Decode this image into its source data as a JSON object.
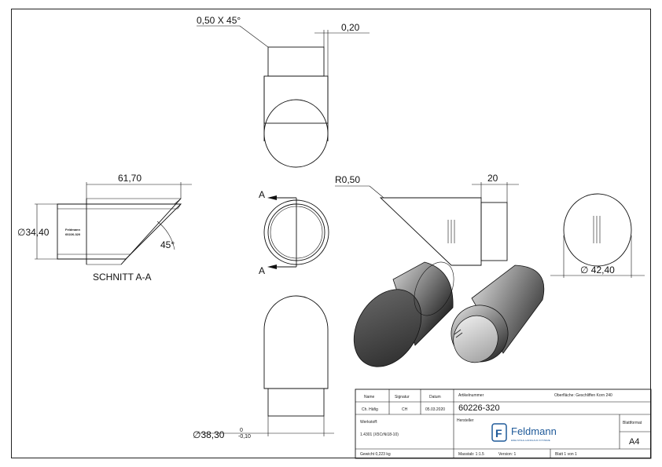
{
  "dimensions": {
    "chamfer": "0,50 X 45°",
    "wall": "0,20",
    "length": "61,70",
    "diameter_section": "∅34,40",
    "angle": "45°",
    "radius": "R0,50",
    "collar": "20",
    "diameter_outer": "∅ 42,40",
    "diameter_inner": "∅38,30",
    "tol_upper": "0",
    "tol_lower": "-0,10"
  },
  "section": {
    "title": "SCHNITT A-A",
    "marker": "A",
    "engraving_line1": "Feldmann",
    "engraving_line2": "60226-320"
  },
  "title_block": {
    "h_name": "Name",
    "h_signatur": "Signatur",
    "h_datum": "Datum",
    "name": "Ch. Häfig",
    "signatur": "CH",
    "datum": "05.03.2020",
    "l_artikel": "Artikelnummer",
    "artikel": "60226-320",
    "oberflaeche": "Oberfläche: Geschliffen Korn 240",
    "l_werkstoff": "Werkstoff:",
    "werkstoff": "1.4301 (X5CrNi18-10)",
    "l_hersteller": "Hersteller",
    "logo": "Feldmann",
    "logo_sub": "EDELSTAHL-HANDLAUF-SYSTEME",
    "l_blattformat": "Blattformat",
    "blattformat": "A4",
    "gewicht": "Gewicht 0,223 kg",
    "massstab": "Masstab: 1:1.5",
    "version": "Version: 1",
    "blatt": "Blatt 1 von 1"
  },
  "colors": {
    "line": "#111111",
    "logo": "#1f5a99",
    "shade_dark": "#3a3a3a",
    "shade_mid": "#8a8a8a"
  }
}
